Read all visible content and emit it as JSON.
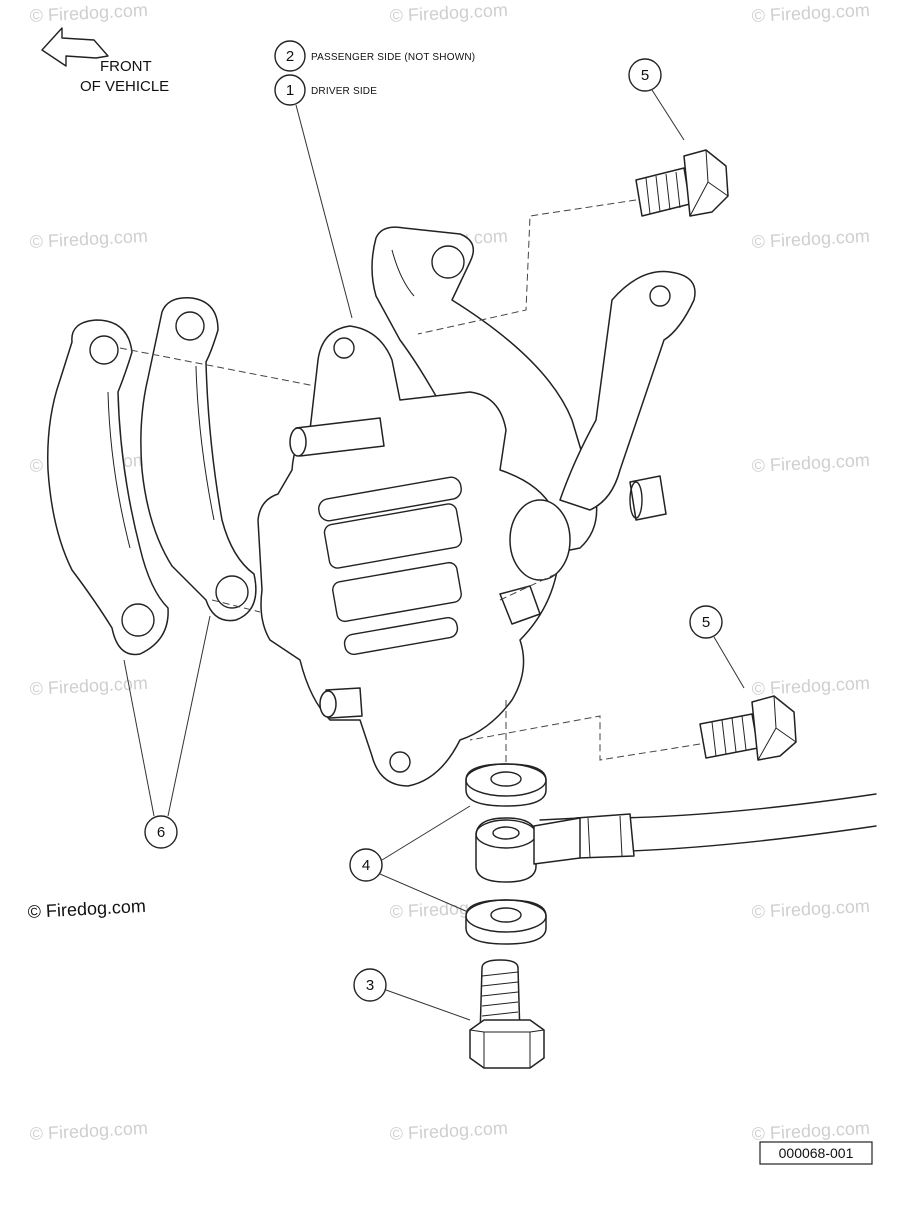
{
  "watermark": {
    "text": "© Firedog.com"
  },
  "orientation": {
    "line1": "FRONT",
    "line2": "OF VEHICLE"
  },
  "notes": {
    "passenger_num": "2",
    "passenger_text": "PASSENGER SIDE (NOT SHOWN)",
    "driver_num": "1",
    "driver_text": "DRIVER SIDE"
  },
  "callouts": {
    "bolt_upper": "5",
    "bolt_lower": "5",
    "pads": "6",
    "washers": "4",
    "banjo_bolt": "3"
  },
  "credit": "© Firedog.com",
  "part_number": "000068-001"
}
